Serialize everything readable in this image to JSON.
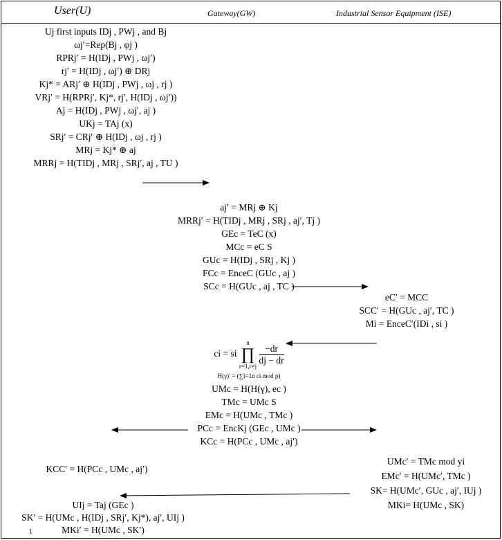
{
  "header": {
    "user": "User(U)",
    "gateway": "Gateway(GW)",
    "ise": "Industrial Sensor Equipment (ISE)"
  },
  "user_phase1": [
    "Uj first inputs IDj , PWj , and Bj",
    "ωj′=Rep(Bj , φj )",
    "RPRj′ = H(IDj , PWj , ωj′)",
    "rj′ = H(IDj , ωj′) ⊕ DRj",
    "Kj* = ARj′ ⊕ H(IDj , PWj , ωj , rj )",
    "VRj′ = H(RPRj′, Kj*, rj′, H(IDj , ωj′))",
    "Aj = H(IDj , PWj , ωj′, aj )",
    "UKj = TAj (x)",
    "SRj′ = CRj′ ⊕ H(IDj , ωj , rj )",
    "MRj = Kj* ⊕ aj",
    "MRRj = H(TIDj , MRj , SRj′, aj , TU )"
  ],
  "gw_phase1": [
    "aj′ = MRj ⊕ Kj",
    "MRRj′ = H(TIDj , MRj , SRj , aj′, Tj )",
    "GEc = TeC (x)",
    "MCc = eC S",
    "GUc = H(IDj , SRj , Kj )",
    "FCc = EnceC (GUc , aj )",
    "SCc = H(GUc , aj , TC )"
  ],
  "ise_phase1": [
    "eC′ = MCC",
    "SCC′ = H(GUc , aj′, TC )",
    "Mi = EnceC′(IDi , si )"
  ],
  "gw_phase2": {
    "ci_lhs": "ci = si",
    "prod_top": "n",
    "prod_sym": "∏",
    "prod_bottom": "r=1,r≠j",
    "frac_num": "−dr",
    "frac_den": "dj − dr",
    "hash_gamma": "H(γ)′ = (∑i=1n ci mod p)",
    "lines": [
      "UMc = H(H(γ), ec )",
      "TMc = UMc S",
      "EMc = H(UMc , TMc )",
      "PCc = EncKj (GEc , UMc )",
      "KCc = H(PCc , UMc , aj′)"
    ]
  },
  "user_phase2": [
    "KCC′ = H(PCc , UMc , aj′)"
  ],
  "ise_phase2": [
    "UMc′ = TMc mod yi",
    "EMc′ = H(UMc′, TMc )",
    "SK= H(UMc′, GUc , aj′, IUj )",
    "MKi= H(UMc , SK)"
  ],
  "user_phase3": [
    "UIj = Taj (GEc )",
    "SK′ = H(UMc , H(IDj , SRj′, Kj*), aj′, UIj )",
    "MKi′ = H(UMc , SK′)"
  ],
  "line_number": "1"
}
